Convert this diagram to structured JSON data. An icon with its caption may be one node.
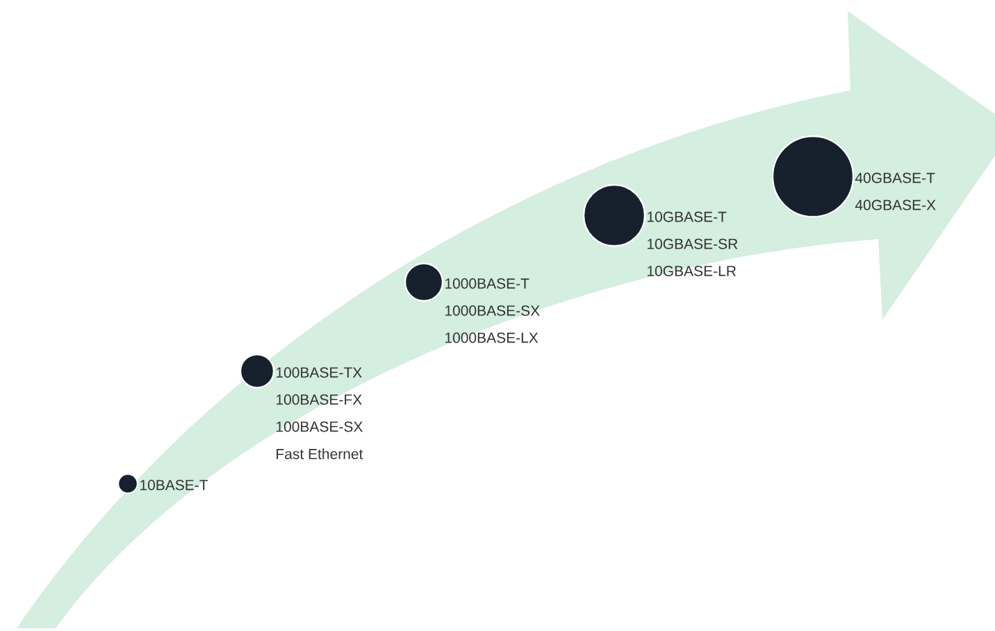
{
  "diagram": {
    "nodes": [
      {
        "text": [],
        "shape": "circle",
        "beside": [
          "10BASE-T"
        ]
      },
      {
        "text": [],
        "shape": "circle",
        "beside": [
          "100BASE-TX",
          "100BASE-FX",
          "100BASE-SX",
          "Fast Ethernet"
        ]
      },
      {
        "text": [],
        "shape": "circle",
        "beside": [
          "1000BASE-T",
          "1000BASE-SX",
          "1000BASE-LX"
        ]
      },
      {
        "text": [],
        "shape": "circle",
        "beside": [
          "10GBASE-T",
          "10GBASE-SR",
          "10GBASE-LR"
        ]
      },
      {
        "text": [],
        "shape": "circle",
        "beside": [
          "40GBASE-T",
          "40GBASE-X"
        ]
      }
    ]
  }
}
